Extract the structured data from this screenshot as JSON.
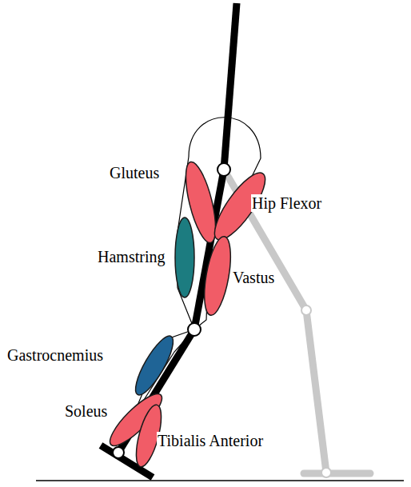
{
  "diagram": {
    "labels": [
      "Gluteus",
      "Hip Flexor",
      "Hamstring",
      "Vastus",
      "Gastrocnemius",
      "Soleus",
      "Tibialis Anterior"
    ]
  }
}
